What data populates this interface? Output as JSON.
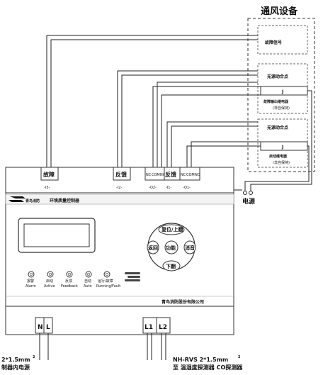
{
  "ventilation": {
    "title": "通风设备",
    "fault_signal": "故障信号",
    "passive_contact_1": "无源动合点",
    "relay_symbol_1": "J",
    "fault_relay": "故障输出继电器",
    "non_latching_1": "(非自保持)",
    "passive_contact_2": "无源动合点",
    "relay_symbol_2": "J",
    "start_relay": "启动继电器",
    "non_latching_2": "(非自保持)"
  },
  "power_label": "电源",
  "terminals": {
    "fault": "故障",
    "fault_id": "-I3-",
    "feedback": "反馈",
    "feedback_id": "-I2-",
    "o2_left": "NC",
    "o2_mid": "COM",
    "o2_right": "NO",
    "o2_id": "-O2-",
    "i1_label": "反馈",
    "i1_id": "-I1-",
    "o1_left": "NC",
    "o1_mid": "COM",
    "o1_right": "NO",
    "o1_id": "-O1-"
  },
  "controller": {
    "logo_text": "青鸟消防",
    "title": "环境质量控制器",
    "nav_up": "复位/上翻",
    "nav_back": "返回",
    "nav_func": "功能",
    "nav_mute": "消音",
    "nav_down": "下翻",
    "leds": [
      {
        "cn": "报警",
        "en": "Alarm"
      },
      {
        "cn": "启动",
        "en": "Active"
      },
      {
        "cn": "反馈",
        "en": "Feedback"
      },
      {
        "cn": "自动",
        "en": "Auto"
      },
      {
        "cn": "运行/故障",
        "en": "Running/Fault"
      }
    ],
    "company": "青鸟消防股份有限公司"
  },
  "bottom_terminals": {
    "n": "N",
    "l": "L",
    "l1": "L1",
    "l2": "L2"
  },
  "bottom_labels": {
    "left_cable": "2*1.5mm",
    "left_cable_sup": "2",
    "left_desc": "制器内电源",
    "right_cable": "NH-RVS  2*1.5mm",
    "right_cable_sup": "2",
    "right_desc": "至  温湿度探测器  CO探测器"
  }
}
